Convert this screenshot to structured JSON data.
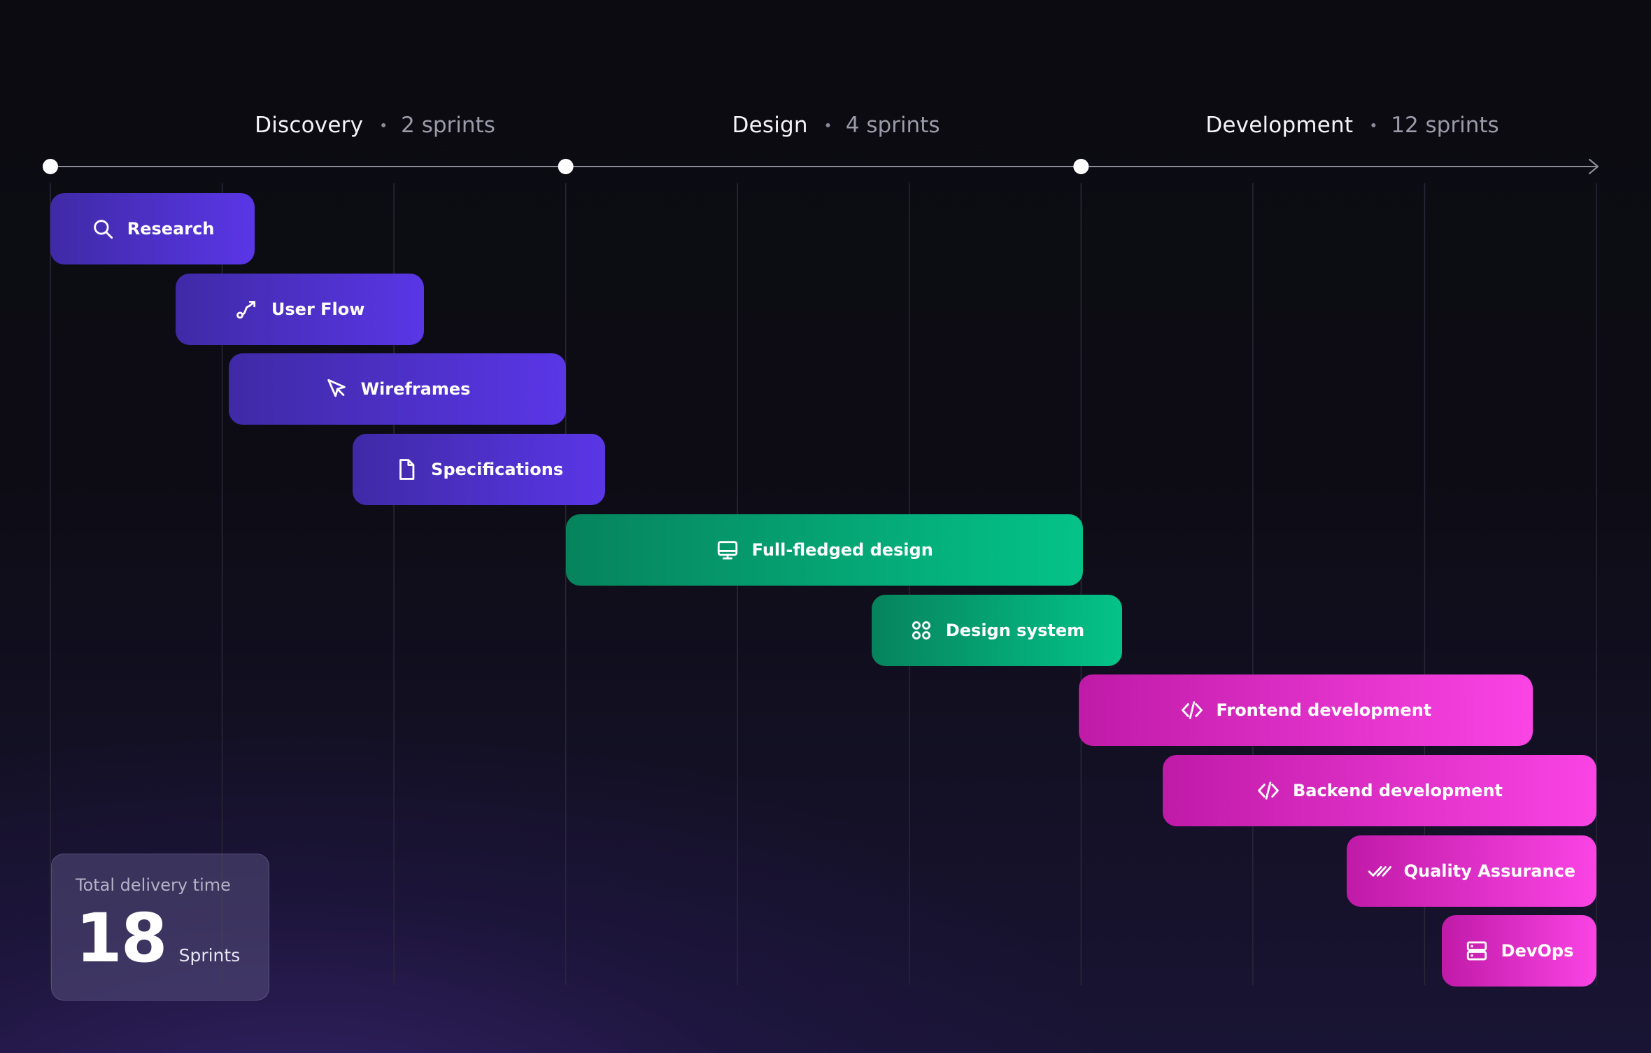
{
  "phases": [
    {
      "name": "Discovery",
      "duration": "2 sprints"
    },
    {
      "name": "Design",
      "duration": "4 sprints"
    },
    {
      "name": "Development",
      "duration": "12 sprints"
    }
  ],
  "chart_data": {
    "type": "gantt",
    "x_unit": "sprints",
    "x_range": [
      0,
      18
    ],
    "milestones": [
      0,
      6,
      12
    ],
    "tasks": [
      {
        "label": "Research",
        "icon": "search-icon",
        "group": "Discovery",
        "start": 0,
        "end": 2.38
      },
      {
        "label": "User Flow",
        "icon": "route-icon",
        "group": "Discovery",
        "start": 1.46,
        "end": 4.35
      },
      {
        "label": "Wireframes",
        "icon": "cursor-icon",
        "group": "Discovery",
        "start": 2.08,
        "end": 6.0
      },
      {
        "label": "Specifications",
        "icon": "document-icon",
        "group": "Discovery",
        "start": 3.52,
        "end": 6.46
      },
      {
        "label": "Full-fledged design",
        "icon": "monitor-icon",
        "group": "Design",
        "start": 6.0,
        "end": 12.02
      },
      {
        "label": "Design system",
        "icon": "components-icon",
        "group": "Design",
        "start": 9.56,
        "end": 12.48
      },
      {
        "label": "Frontend development",
        "icon": "code-icon",
        "group": "Development",
        "start": 11.97,
        "end": 17.26
      },
      {
        "label": "Backend development",
        "icon": "code-icon",
        "group": "Development",
        "start": 12.95,
        "end": 18.0
      },
      {
        "label": "Quality Assurance",
        "icon": "double-check-icon",
        "group": "Development",
        "start": 15.09,
        "end": 18.0
      },
      {
        "label": "DevOps",
        "icon": "server-icon",
        "group": "Development",
        "start": 16.2,
        "end": 18.0
      }
    ]
  },
  "summary": {
    "label": "Total delivery time",
    "value": "18",
    "unit": "Sprints"
  },
  "colors": {
    "discovery": "#5a36e6",
    "design": "#04c389",
    "development": "#fa44e4",
    "axis": "#8c8c98"
  }
}
